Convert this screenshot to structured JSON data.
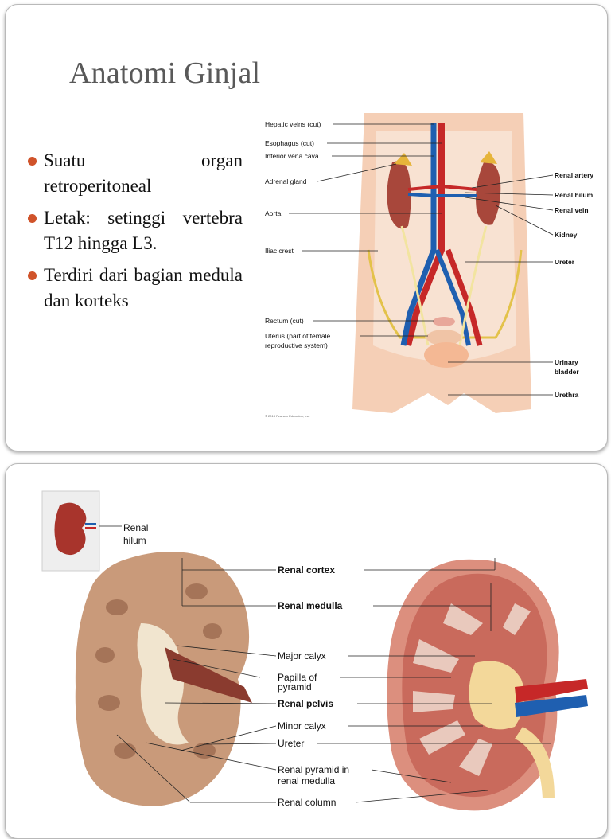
{
  "slide1": {
    "title": "Anatomi Ginjal",
    "bullets": [
      "Suatu organ retroperitoneal",
      "Letak: setinggi vertebra T12 hingga L3.",
      "Terdiri dari bagian medula dan korteks"
    ],
    "figure": {
      "left_labels": [
        "Hepatic veins (cut)",
        "Esophagus (cut)",
        "Inferior vena cava",
        "Adrenal gland",
        "Aorta",
        "Iliac crest",
        "Rectum (cut)",
        "Uterus (part of female",
        "reproductive system)"
      ],
      "right_labels": [
        "Renal artery",
        "Renal hilum",
        "Renal vein",
        "Kidney",
        "Ureter",
        "Urinary",
        "bladder",
        "Urethra"
      ],
      "copyright": "© 2013 Pearson Education, Inc."
    }
  },
  "slide2": {
    "inset_label": [
      "Renal",
      "hilum"
    ],
    "labels": [
      "Renal cortex",
      "Renal medulla",
      "Major calyx",
      "Papilla of",
      "pyramid",
      "Renal pelvis",
      "Minor calyx",
      "Ureter",
      "Renal pyramid in",
      "renal medulla",
      "Renal column"
    ]
  },
  "colors": {
    "bullet": "#d0532a",
    "title": "#595959",
    "artery": "#c62828",
    "vein": "#1f5fb0"
  }
}
